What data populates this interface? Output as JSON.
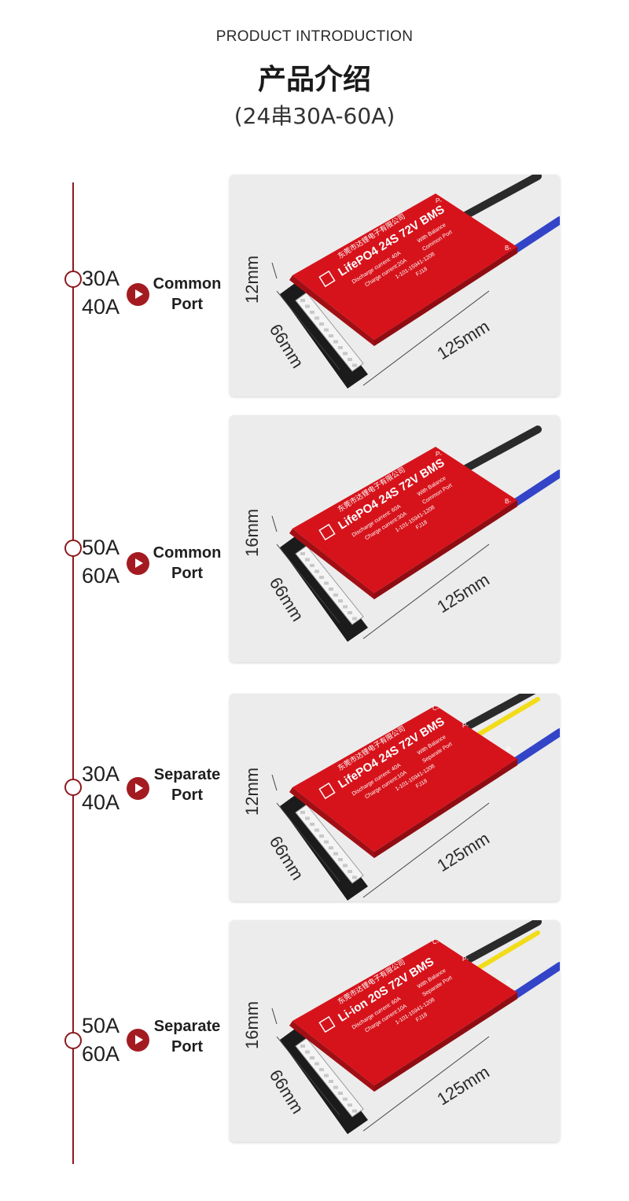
{
  "header": {
    "subtitle_en": "PRODUCT INTRODUCTION",
    "title_cn": "产品介绍",
    "spec_cn": "(24串30A-60A)"
  },
  "products": [
    {
      "amps_top": "30A",
      "amps_bottom": "40A",
      "port_line1": "Common",
      "port_line2": "Port",
      "board_title": "LifePO4 24S 72V BMS",
      "company_cn": "东莞市达锂电子有限公司",
      "line_discharge": "Discharge current: 40A",
      "line_balance": "With Balance",
      "line_charge": "Charge current:20A",
      "line_port": "Common Port",
      "line_code": "1-101-15941-1208",
      "line_code2": "FJ18",
      "height_dim": "12mm",
      "width_dim": "66mm",
      "length_dim": "125mm",
      "terminals": [
        "P-",
        "B-"
      ]
    },
    {
      "amps_top": "50A",
      "amps_bottom": "60A",
      "port_line1": "Common",
      "port_line2": "Port",
      "board_title": "LifePO4 24S 72V BMS",
      "company_cn": "东莞市达锂电子有限公司",
      "line_discharge": "Discharge current: 60A",
      "line_balance": "With Balance",
      "line_charge": "Charge current:30A",
      "line_port": "Common Port",
      "line_code": "1-101-15941-1208",
      "line_code2": "FJ18",
      "height_dim": "16mm",
      "width_dim": "66mm",
      "length_dim": "125mm",
      "terminals": [
        "P-",
        "B-"
      ]
    },
    {
      "amps_top": "30A",
      "amps_bottom": "40A",
      "port_line1": "Separate",
      "port_line2": "Port",
      "board_title": "LifePO4 24S 72V BMS",
      "company_cn": "东莞市达锂电子有限公司",
      "line_discharge": "Discharge current: 40A",
      "line_balance": "With Balance",
      "line_charge": "Charge current:10A",
      "line_port": "Separate Port",
      "line_code": "1-101-15941-1208",
      "line_code2": "FJ18",
      "height_dim": "12mm",
      "width_dim": "66mm",
      "length_dim": "125mm",
      "terminals": [
        "C-",
        "P-",
        "B-"
      ]
    },
    {
      "amps_top": "50A",
      "amps_bottom": "60A",
      "port_line1": "Separate",
      "port_line2": "Port",
      "board_title": "Li-ion 20S 72V BMS",
      "company_cn": "东莞市达锂电子有限公司",
      "line_discharge": "Discharge current: 60A",
      "line_balance": "With Balance",
      "line_charge": "Charge current:10A",
      "line_port": "Separate Port",
      "line_code": "1-101-15941-1208",
      "line_code2": "FJ18",
      "height_dim": "16mm",
      "width_dim": "66mm",
      "length_dim": "125mm",
      "terminals": [
        "C-",
        "P-",
        "B-"
      ]
    }
  ],
  "colors": {
    "accent": "#8b1a1f",
    "button": "#a31b21",
    "board": "#d6131b",
    "wire_blue": "#3344c8",
    "wire_black": "#2a2a2a",
    "wire_yellow": "#f2dc1a"
  }
}
